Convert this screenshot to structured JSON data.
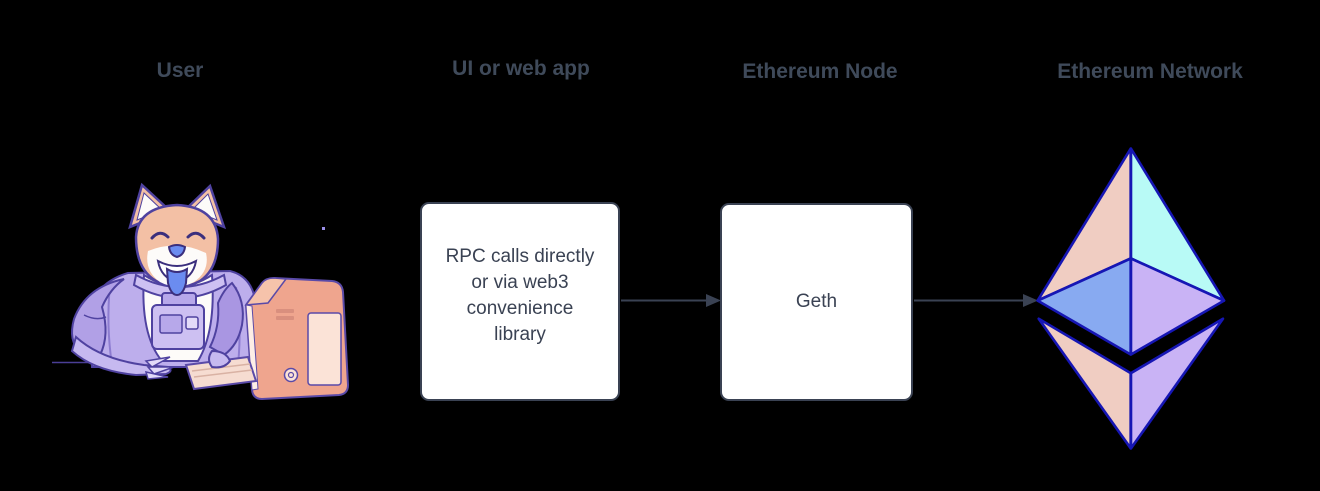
{
  "palette": {
    "background": "#000000",
    "label_color": "#3f4a5a",
    "box_bg": "#ffffff",
    "box_border": "#3a4253",
    "box_text": "#3a4253",
    "arrow": "#3a4253",
    "eth_stroke": "#1616b4",
    "eth_peach": "#f0cdc2",
    "eth_cyan": "#b8faf6",
    "eth_blue": "#88aaf1",
    "eth_purple": "#c9b3f5",
    "doge_fur": "#f3c0a5",
    "doge_white": "#fdfbf9",
    "doge_suit": "#bdaeec",
    "doge_suit_light": "#cdc0f2",
    "doge_tongue": "#6b8cf0",
    "doge_outline": "#4f42a0",
    "computer_salmon": "#efa58e",
    "computer_panel": "#fbe3d7"
  },
  "labels": {
    "user": "User",
    "ui": "UI or web app",
    "node": "Ethereum Node",
    "network": "Ethereum Network"
  },
  "boxes": {
    "ui_box": {
      "lines": [
        "RPC calls directly",
        "or via web3",
        "convenience",
        "library"
      ]
    },
    "node_box": {
      "label": "Geth"
    }
  },
  "icons": {
    "user_illustration": "doge-astronaut-at-computer",
    "network_logo": "ethereum-diamond"
  }
}
